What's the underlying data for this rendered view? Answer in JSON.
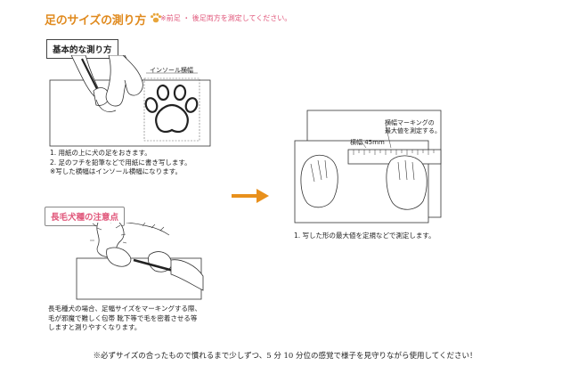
{
  "header": {
    "title": "足のサイズの測り方",
    "title_icon": "paw-icon",
    "subtitle": "※前足 ・ 後足両方を測定してください。"
  },
  "section_basic": {
    "label": "基本的な測り方",
    "insole_label": "インソール横幅",
    "steps": [
      "1. 用紙の上に犬の足をおきます。",
      "2. 足のフチを鉛筆などで用紙に書き写します。",
      "※写した横幅はインソール横幅になります。"
    ]
  },
  "section_longhair": {
    "label": "長毛犬種の注意点",
    "notes": [
      "長毛種犬の場合、足幅サイズをマーキングする際、",
      "毛が邪魔で難しく包帯 靴下等で毛を密着させる等",
      "しますと測りやすくなります。"
    ]
  },
  "section_measure": {
    "marking_label_line1": "横幅マーキングの",
    "marking_label_line2": "最大値を測定する。",
    "width_label": "横幅 45mm",
    "step": "1. 写した形の最大値を定規などで測定します。"
  },
  "footer": "※必ずサイズの合ったもので慣れるまで少しずつ、5 分 10 分位の感覚で様子を見守りながら使用してください！",
  "colors": {
    "title": "#e08a1e",
    "subtitle": "#e0567a",
    "arrow": "#e8901c",
    "longhair_label": "#e0567a"
  }
}
